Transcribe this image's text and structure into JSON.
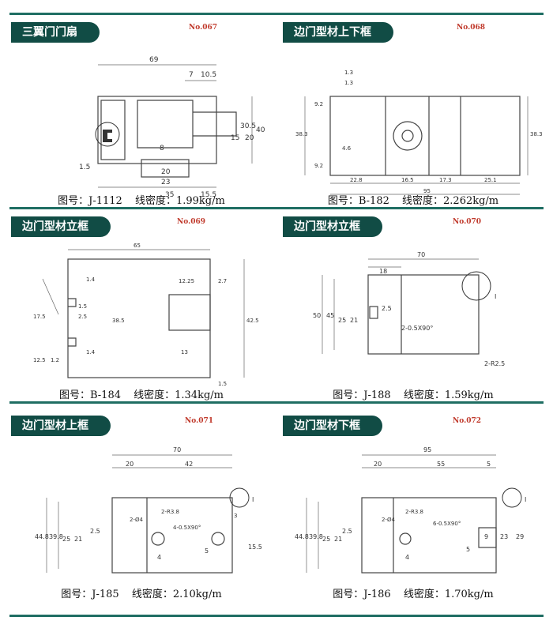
{
  "panels": [
    {
      "title": "三翼门门扇",
      "no": "No.067",
      "code_label": "图号：J-1112",
      "density_label": "线密度：1.99kg/m",
      "dims": [
        "69",
        "7",
        "10.5",
        "30.5",
        "15",
        "20",
        "40",
        "8",
        "1.5",
        "20",
        "23",
        "35",
        "15.5"
      ]
    },
    {
      "title": "边门型材上下框",
      "no": "No.068",
      "code_label": "图号：B-182",
      "density_label": "线密度：2.262kg/m",
      "dims": [
        "1.3",
        "1.3",
        "38.3",
        "22.8",
        "16.5",
        "17.3",
        "25.1",
        "95",
        "38.3",
        "4.6",
        "9.2",
        "9.2"
      ]
    },
    {
      "title": "边门型材立框",
      "no": "No.069",
      "code_label": "图号：B-184",
      "density_label": "线密度：1.34kg/m",
      "dims": [
        "65",
        "1.4",
        "1.5",
        "2.5",
        "38.5",
        "12.25",
        "2.7",
        "42.5",
        "1.4",
        "1.2",
        "17.5",
        "12.5",
        "13",
        "1.5"
      ]
    },
    {
      "title": "边门型材立框",
      "no": "No.070",
      "code_label": "图号：J-188",
      "density_label": "线密度：1.59kg/m",
      "dims": [
        "70",
        "18",
        "2.5",
        "2-0.5X90°",
        "50",
        "45",
        "25",
        "21",
        "2-R2.5",
        "I"
      ]
    },
    {
      "title": "边门型材上框",
      "no": "No.071",
      "code_label": "图号：J-185",
      "density_label": "线密度：2.10kg/m",
      "dims": [
        "70",
        "20",
        "42",
        "2-Ø4",
        "2-R3.8",
        "4-0.5X90°",
        "3",
        "2.5",
        "44.8",
        "39.8",
        "25",
        "21",
        "4",
        "5",
        "15.5",
        "I"
      ]
    },
    {
      "title": "边门型材下框",
      "no": "No.072",
      "code_label": "图号：J-186",
      "density_label": "线密度：1.70kg/m",
      "dims": [
        "95",
        "20",
        "55",
        "5",
        "2-Ø4",
        "2-R3.8",
        "6-0.5X90°",
        "2.5",
        "44.8",
        "39.8",
        "25",
        "21",
        "4",
        "9",
        "23",
        "29",
        "5",
        "I"
      ]
    }
  ]
}
